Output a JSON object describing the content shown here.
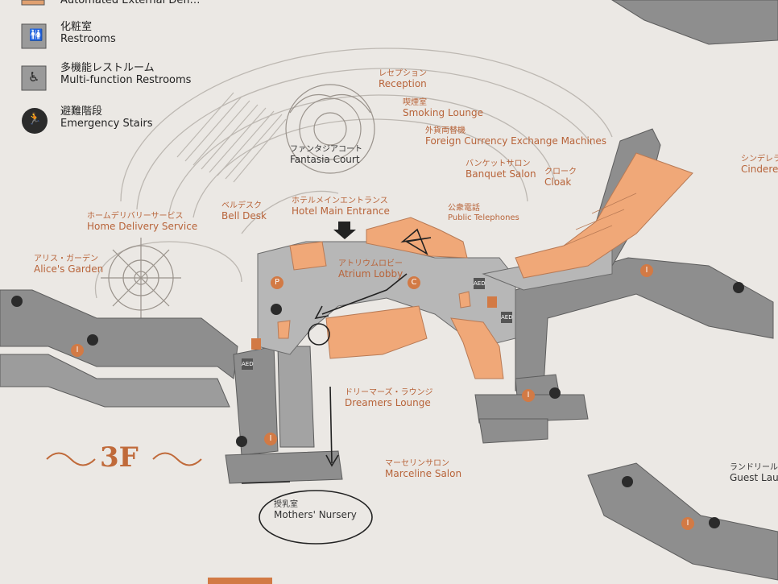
{
  "legend": {
    "items": [
      {
        "jp": "",
        "en": "Automated External Defi…",
        "icon": "aed-icon"
      },
      {
        "jp": "化粧室",
        "en": "Restrooms",
        "icon": "restroom-icon"
      },
      {
        "jp": "多機能レストルーム",
        "en": "Multi-function Restrooms",
        "icon": "wheelchair-icon"
      },
      {
        "jp": "避難階段",
        "en": "Emergency Stairs",
        "icon": "emergency-stairs-icon"
      }
    ]
  },
  "floor_label": "3F",
  "places": {
    "reception": {
      "jp": "レセプション",
      "en": "Reception"
    },
    "smoking": {
      "jp": "喫煙室",
      "en": "Smoking Lounge"
    },
    "currency": {
      "jp": "外貨両替機",
      "en": "Foreign Currency Exchange Machines"
    },
    "banquet": {
      "jp": "バンケットサロン",
      "en": "Banquet Salon"
    },
    "cloak": {
      "jp": "クローク",
      "en": "Cloak"
    },
    "cinderella": {
      "jp": "シンデレラ",
      "en": "Cindere"
    },
    "fantasia": {
      "jp": "ファンタジアコート",
      "en": "Fantasia Court"
    },
    "bell": {
      "jp": "ベルデスク",
      "en": "Bell Desk"
    },
    "main_entrance": {
      "jp": "ホテルメインエントランス",
      "en": "Hotel Main Entrance"
    },
    "phones": {
      "jp": "公衆電話",
      "en": "Public Telephones"
    },
    "home_delivery": {
      "jp": "ホームデリバリーサービス",
      "en": "Home Delivery Service"
    },
    "alice": {
      "jp": "アリス・ガーデン",
      "en": "Alice's Garden"
    },
    "atrium": {
      "jp": "アトリウムロビー",
      "en": "Atrium Lobby"
    },
    "dreamers": {
      "jp": "ドリーマーズ・ラウンジ",
      "en": "Dreamers Lounge"
    },
    "marceline": {
      "jp": "マーセリンサロン",
      "en": "Marceline Salon"
    },
    "nursery": {
      "jp": "授乳室",
      "en": "Mothers' Nursery"
    },
    "laundry": {
      "jp": "ランドリール",
      "en": "Guest Lau"
    }
  },
  "markers": {
    "info": "I",
    "parking": "P",
    "coin": "C",
    "aed": "AED"
  },
  "colors": {
    "paper": "#e9e6e2",
    "building": "#8e8e8e",
    "corridor": "#b9b9b9",
    "highlight": "#f0a878",
    "label": "#b8643a",
    "ink": "#222222"
  }
}
